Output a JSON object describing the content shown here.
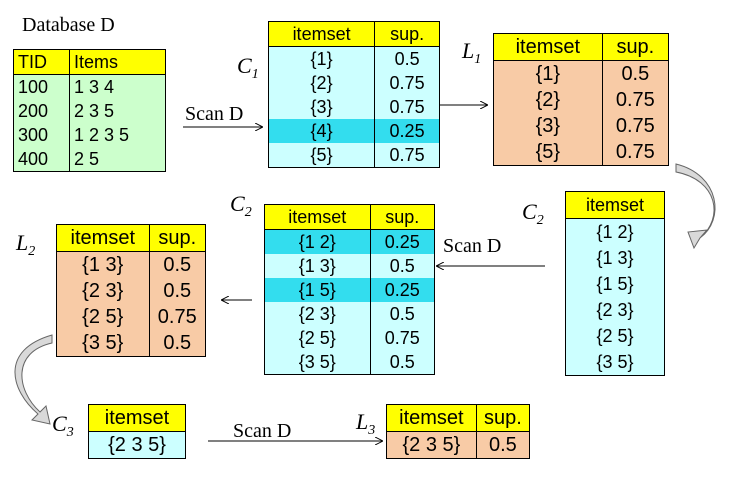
{
  "database": {
    "title": "Database D",
    "headers": [
      "TID",
      "Items"
    ],
    "rows": [
      [
        "100",
        "1 3 4"
      ],
      [
        "200",
        "2 3 5"
      ],
      [
        "300",
        "1 2 3 5"
      ],
      [
        "400",
        "2 5"
      ]
    ]
  },
  "scan_label": "Scan D",
  "c1": {
    "label": "C",
    "sub": "1",
    "headers": [
      "itemset",
      "sup."
    ],
    "rows": [
      [
        "{1}",
        "0.5"
      ],
      [
        "{2}",
        "0.75"
      ],
      [
        "{3}",
        "0.75"
      ],
      [
        "{4}",
        "0.25"
      ],
      [
        "{5}",
        "0.75"
      ]
    ],
    "highlight_rows": [
      3
    ]
  },
  "l1": {
    "label": "L",
    "sub": "1",
    "headers": [
      "itemset",
      "sup."
    ],
    "rows": [
      [
        "{1}",
        "0.5"
      ],
      [
        "{2}",
        "0.75"
      ],
      [
        "{3}",
        "0.75"
      ],
      [
        "{5}",
        "0.75"
      ]
    ]
  },
  "c2_right": {
    "label": "C",
    "sub": "2",
    "headers": [
      "itemset"
    ],
    "rows": [
      [
        "{1 2}"
      ],
      [
        "{1 3}"
      ],
      [
        "{1 5}"
      ],
      [
        "{2 3}"
      ],
      [
        "{2 5}"
      ],
      [
        "{3 5}"
      ]
    ]
  },
  "c2_mid": {
    "label": "C",
    "sub": "2",
    "headers": [
      "itemset",
      "sup."
    ],
    "rows": [
      [
        "{1 2}",
        "0.25"
      ],
      [
        "{1 3}",
        "0.5"
      ],
      [
        "{1 5}",
        "0.25"
      ],
      [
        "{2 3}",
        "0.5"
      ],
      [
        "{2 5}",
        "0.75"
      ],
      [
        "{3 5}",
        "0.5"
      ]
    ],
    "highlight_rows": [
      0,
      2
    ]
  },
  "l2": {
    "label": "L",
    "sub": "2",
    "headers": [
      "itemset",
      "sup."
    ],
    "rows": [
      [
        "{1 3}",
        "0.5"
      ],
      [
        "{2 3}",
        "0.5"
      ],
      [
        "{2 5}",
        "0.75"
      ],
      [
        "{3 5}",
        "0.5"
      ]
    ]
  },
  "c3": {
    "label": "C",
    "sub": "3",
    "headers": [
      "itemset"
    ],
    "rows": [
      [
        "{2 3 5}"
      ]
    ]
  },
  "l3": {
    "label": "L",
    "sub": "3",
    "headers": [
      "itemset",
      "sup."
    ],
    "rows": [
      [
        "{2 3 5}",
        "0.5"
      ]
    ]
  },
  "colors": {
    "header": "#ffff00",
    "cyan": "#ccffff",
    "highlight": "#33ddee",
    "orange": "#f8cba6",
    "green": "#ccffcc"
  }
}
